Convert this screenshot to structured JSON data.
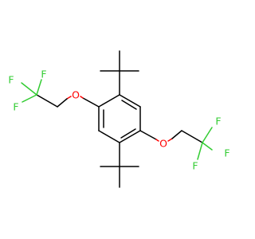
{
  "molecule": {
    "colors": {
      "carbon_bond": "#000000",
      "oxygen": "#ff0000",
      "fluorine": "#33cc33",
      "background": "#ffffff"
    },
    "atoms": {
      "o_left": "O",
      "o_right": "O",
      "f_left_top_a": "F",
      "f_left_top_b": "F",
      "f_left_mid": "F",
      "f_right_top": "F",
      "f_right_mid": "F",
      "f_right_bottom": "F"
    }
  }
}
